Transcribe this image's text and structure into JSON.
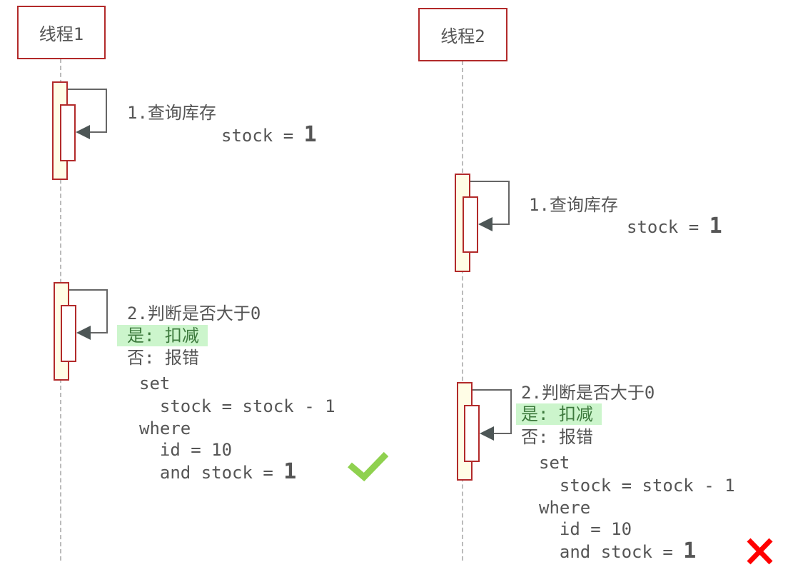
{
  "thread1": {
    "title": "线程1",
    "step1": {
      "label": "1.查询库存",
      "result_prefix": "stock = ",
      "result_value": "1"
    },
    "step2": {
      "label": "2.判断是否大于0",
      "yes": "是: 扣减",
      "no": "否: 报错",
      "sql": [
        "set",
        "  stock = stock - 1",
        "where",
        "  id = 10"
      ],
      "last_prefix": "  and stock = ",
      "last_value": "1"
    },
    "outcome": "check-icon"
  },
  "thread2": {
    "title": "线程2",
    "step1": {
      "label": "1.查询库存",
      "result_prefix": "stock = ",
      "result_value": "1"
    },
    "step2": {
      "label": "2.判断是否大于0",
      "yes": "是: 扣减",
      "no": "否: 报错",
      "sql": [
        "set",
        "  stock = stock - 1",
        "where",
        "  id = 10"
      ],
      "last_prefix": "  and stock = ",
      "last_value": "1"
    },
    "outcome": "cross-icon"
  },
  "colors": {
    "border": "#b22a2a",
    "activation": "#fffde6",
    "highlight": "#ccf5cc",
    "check": "#8fd14f",
    "cross": "#ff0000"
  }
}
